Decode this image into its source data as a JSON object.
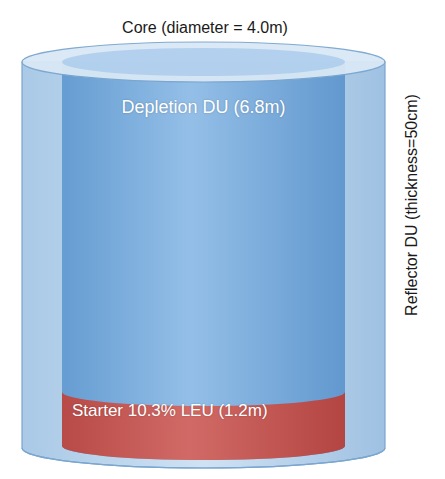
{
  "diagram": {
    "nodes": [
      {
        "text": [
          "Depletion DU (6.8m)"
        ]
      },
      {
        "text": [
          "Starter 10.3% LEU (1.2m)"
        ]
      }
    ],
    "labels": [
      "Core (diameter = 4.0m)",
      "Reflector DU (thickness=50cm)"
    ]
  }
}
